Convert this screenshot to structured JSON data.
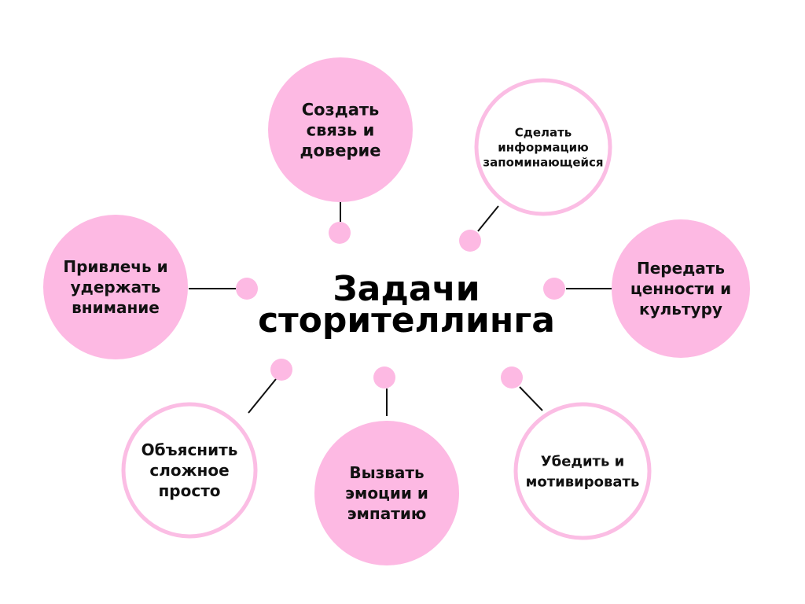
{
  "title": [
    "Задачи",
    "сторителлинга"
  ],
  "colors": {
    "pink": "#fdb9e3",
    "pink_border": "#fbbde4",
    "line": "#111111",
    "text": "#111111",
    "white": "#ffffff"
  },
  "nodes": [
    {
      "id": "build-trust",
      "lines": [
        "Создать",
        "связь и",
        "доверие"
      ],
      "style": "filled"
    },
    {
      "id": "make-memorable",
      "lines": [
        "Сделать",
        "информацию",
        "запоминающейся"
      ],
      "style": "outlined"
    },
    {
      "id": "convey-values",
      "lines": [
        "Передать",
        "ценности и",
        "культуру"
      ],
      "style": "filled"
    },
    {
      "id": "persuade",
      "lines": [
        "Убедить и",
        "мотивировать"
      ],
      "style": "outlined"
    },
    {
      "id": "evoke-emotions",
      "lines": [
        "Вызвать",
        "эмоции и",
        "эмпатию"
      ],
      "style": "filled"
    },
    {
      "id": "explain-simply",
      "lines": [
        "Объяснить",
        "сложное",
        "просто"
      ],
      "style": "outlined"
    },
    {
      "id": "grab-attention",
      "lines": [
        "Привлечь и",
        "удержать",
        "внимание"
      ],
      "style": "filled"
    }
  ]
}
